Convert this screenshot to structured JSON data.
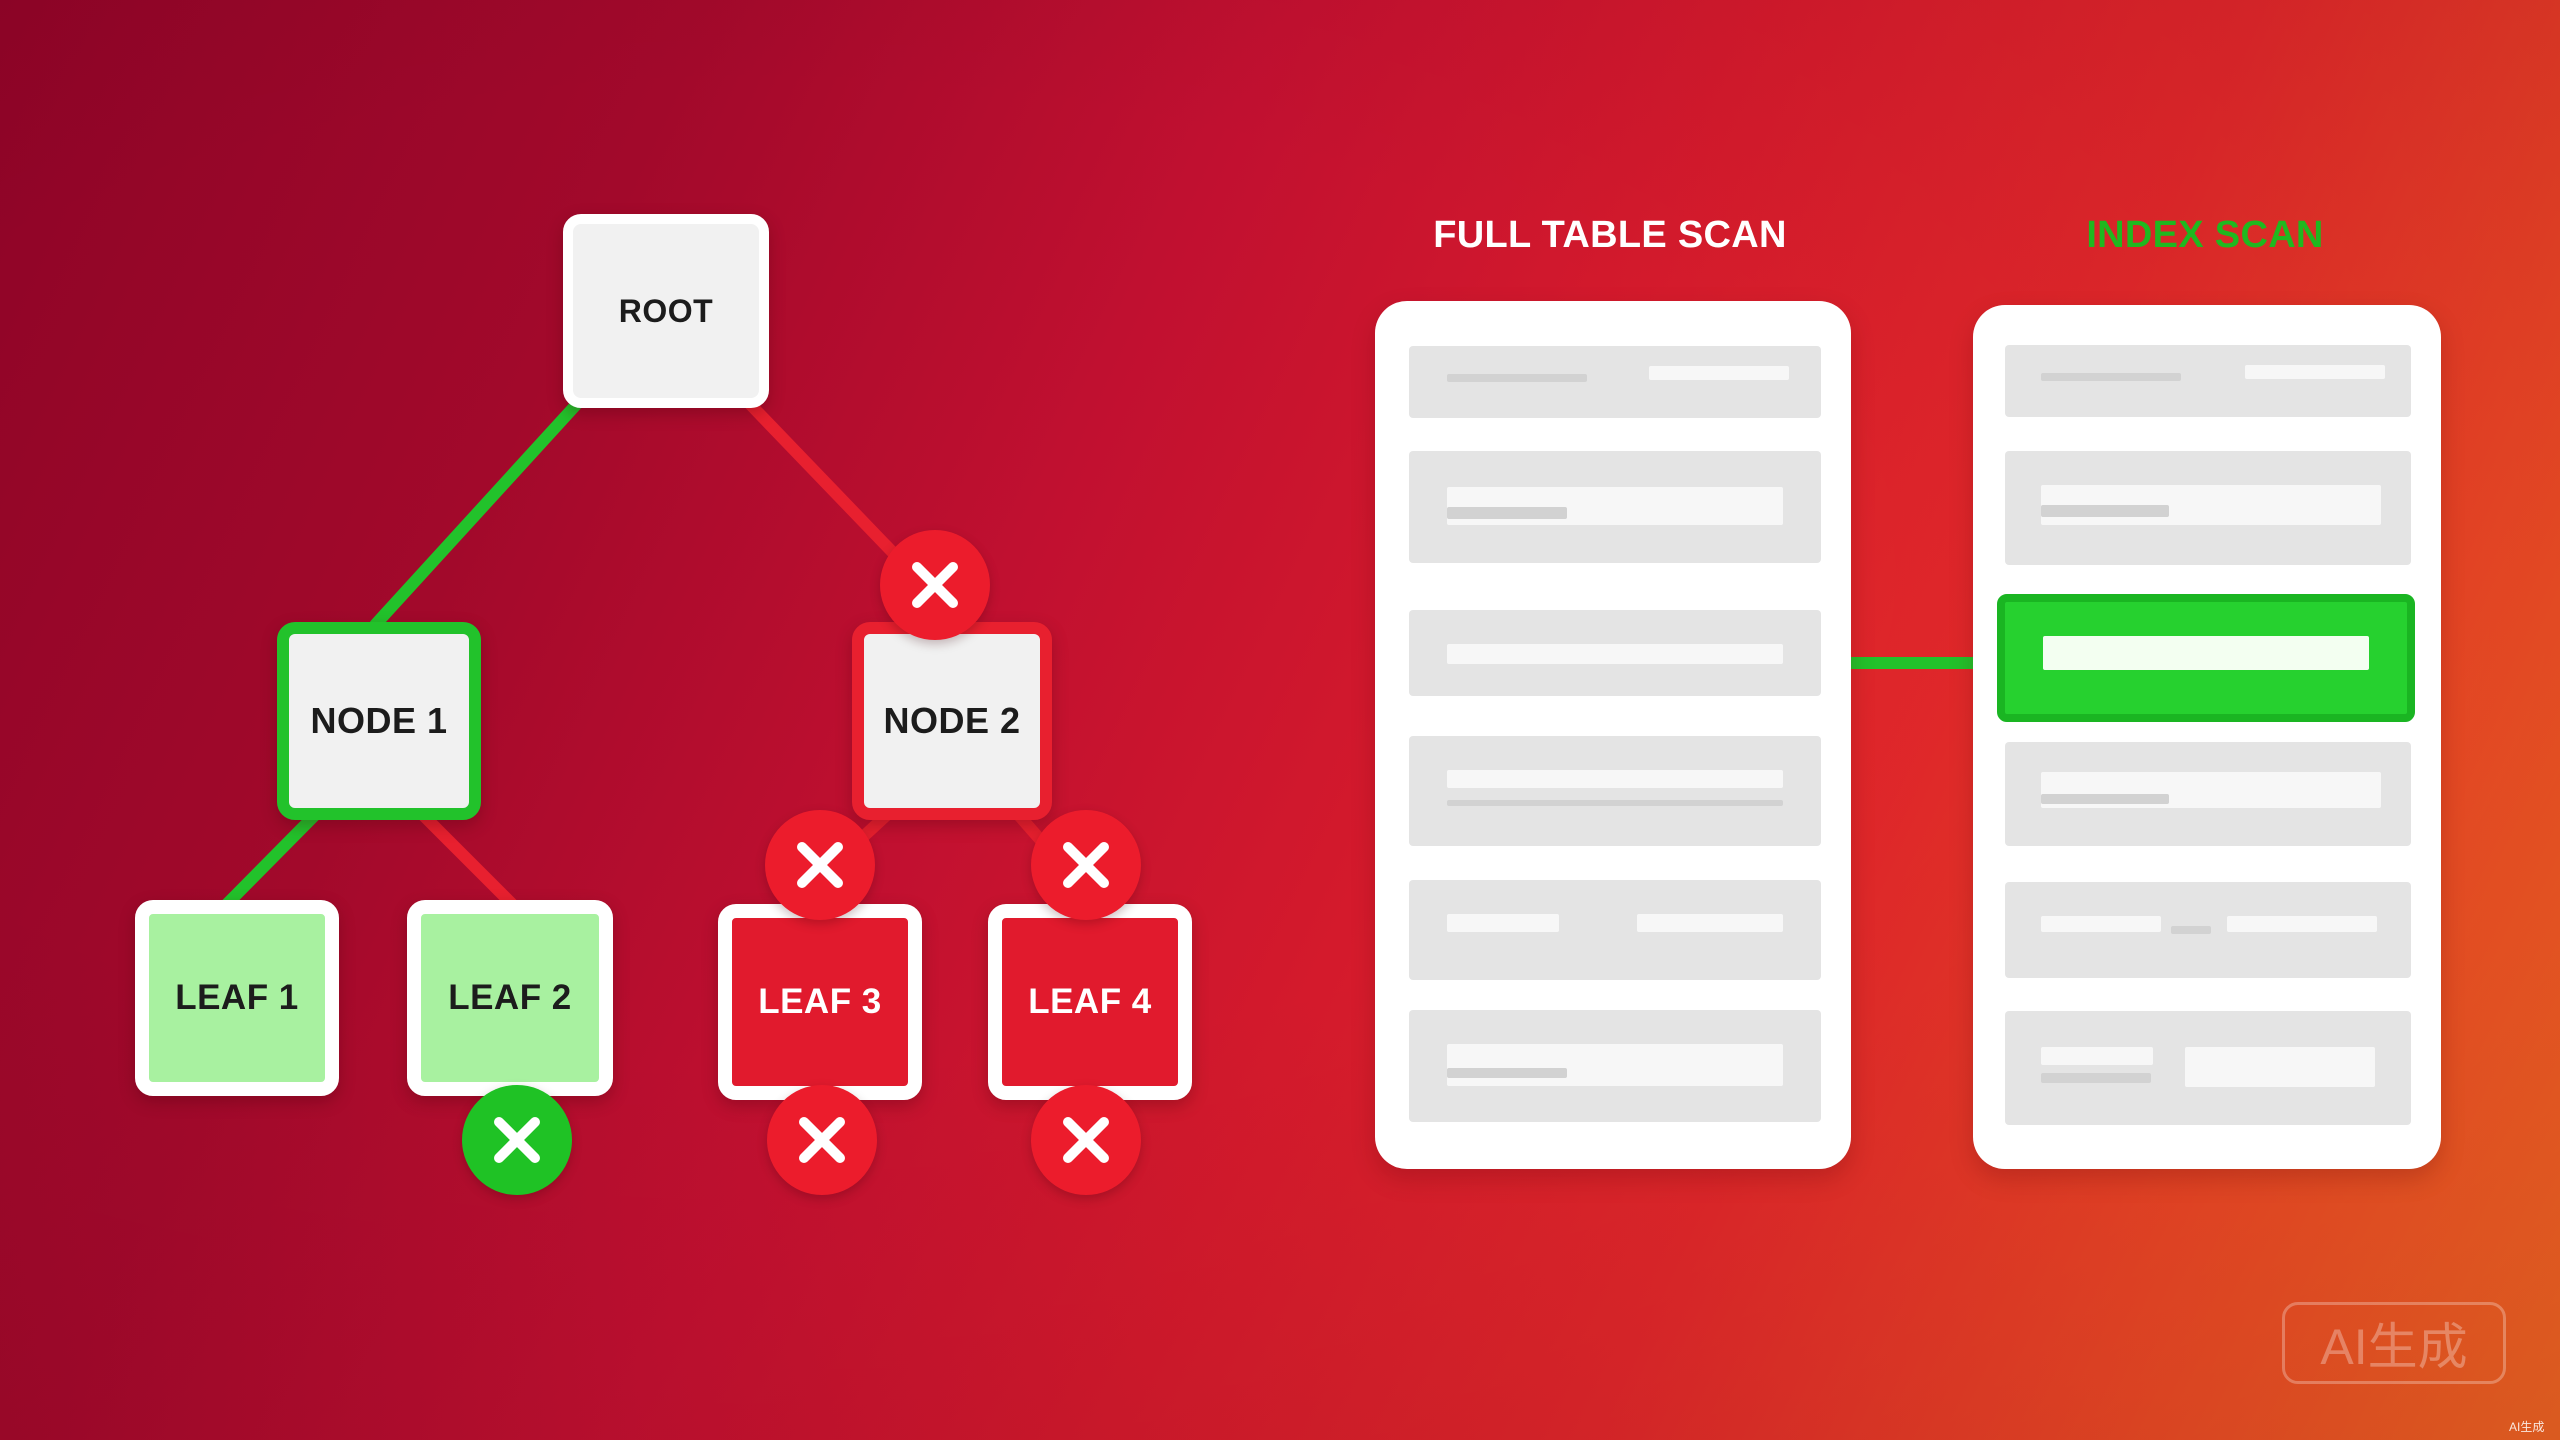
{
  "tree": {
    "root": "ROOT",
    "node1": "NODE 1",
    "node2": "NODE 2",
    "leaf1": "LEAF 1",
    "leaf2": "LEAF 2",
    "leaf3": "LEAF 3",
    "leaf4": "LEAF 4"
  },
  "scans": {
    "full_title": "FULL TABLE SCAN",
    "index_title": "INDEX SCAN"
  },
  "colors": {
    "ok_path": "#22c22b",
    "bad_path": "#e8202f",
    "leaf_ok_fill": "#a8f1a0",
    "leaf_bad_fill": "#e11a2d",
    "index_title": "#1fb81f"
  },
  "watermark": {
    "badge": "AI生成",
    "corner": "AI生成"
  }
}
